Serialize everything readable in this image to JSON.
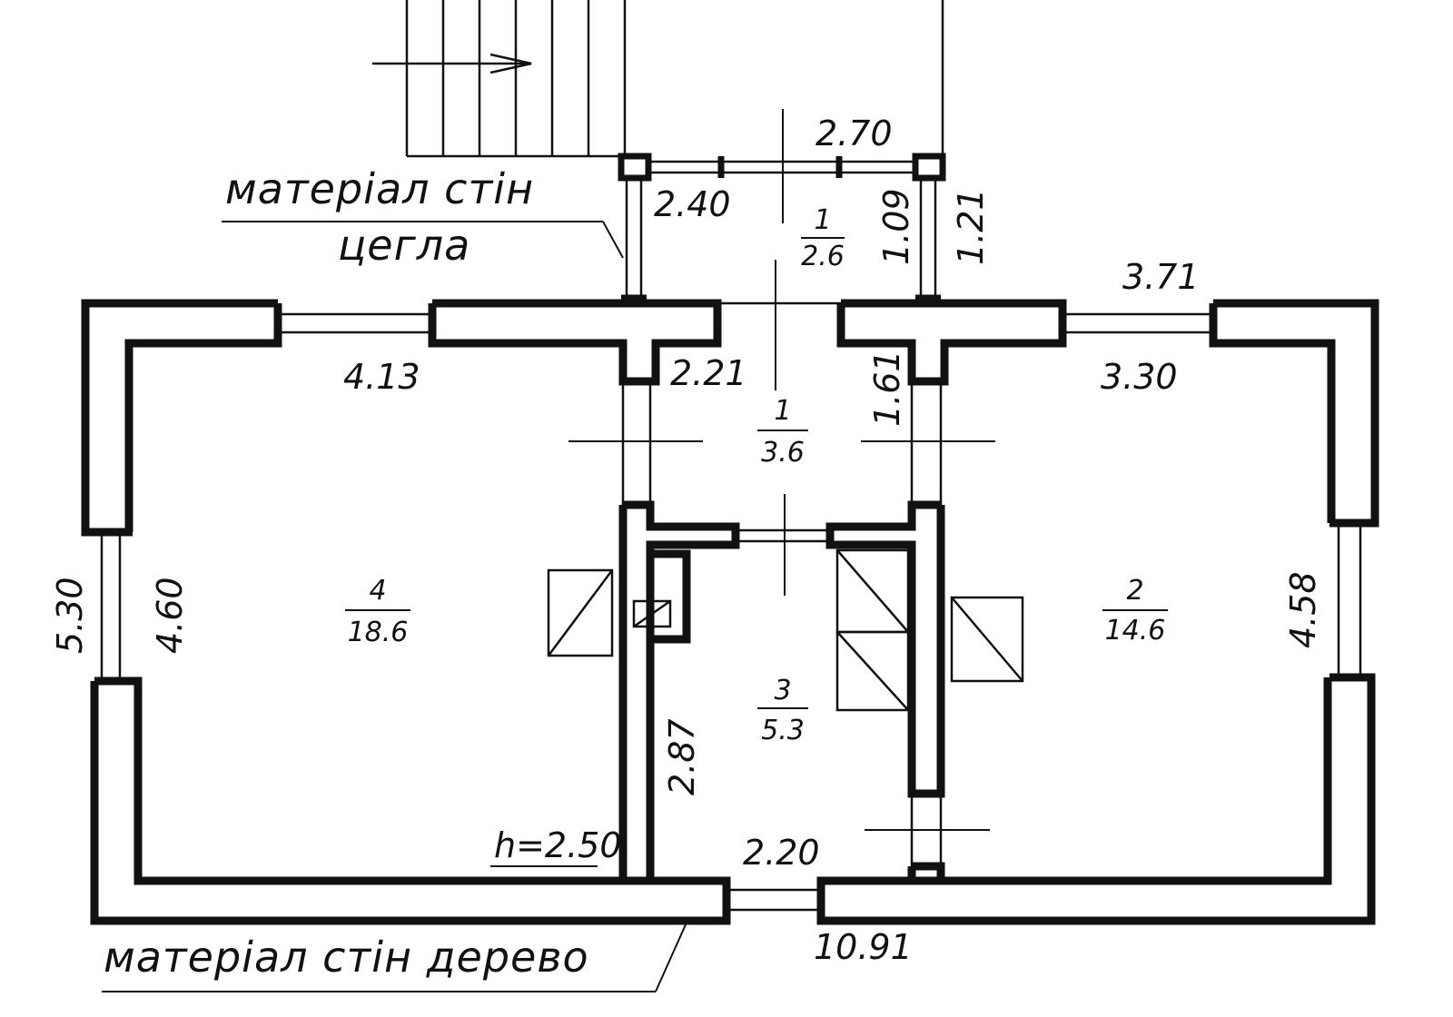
{
  "labels": {
    "wall_material_brick_line1": "матеріал  стін",
    "wall_material_brick_line2": "цегла",
    "wall_material_wood": "матеріал  стін  дерево",
    "ceiling_height": "h=2.50"
  },
  "dimensions": {
    "porch_width_outer": "2.70",
    "porch_width_inner": "2.40",
    "porch_depth_inner": "1.09",
    "porch_depth_outer": "1.21",
    "room2_width_outer": "3.71",
    "room4_width": "4.13",
    "hall_width": "2.21",
    "hall_depth": "1.61",
    "room2_width_inner": "3.30",
    "left_outer_height": "5.30",
    "room4_height": "4.60",
    "room2_height": "4.58",
    "room3_height": "2.87",
    "room3_width": "2.20",
    "total_length": "10.91"
  },
  "rooms": [
    {
      "id": "porch",
      "number": "1",
      "area": "2.6"
    },
    {
      "id": "hall",
      "number": "1",
      "area": "3.6"
    },
    {
      "id": "room4",
      "number": "4",
      "area": "18.6"
    },
    {
      "id": "room2",
      "number": "2",
      "area": "14.6"
    },
    {
      "id": "room3",
      "number": "3",
      "area": "5.3"
    }
  ]
}
